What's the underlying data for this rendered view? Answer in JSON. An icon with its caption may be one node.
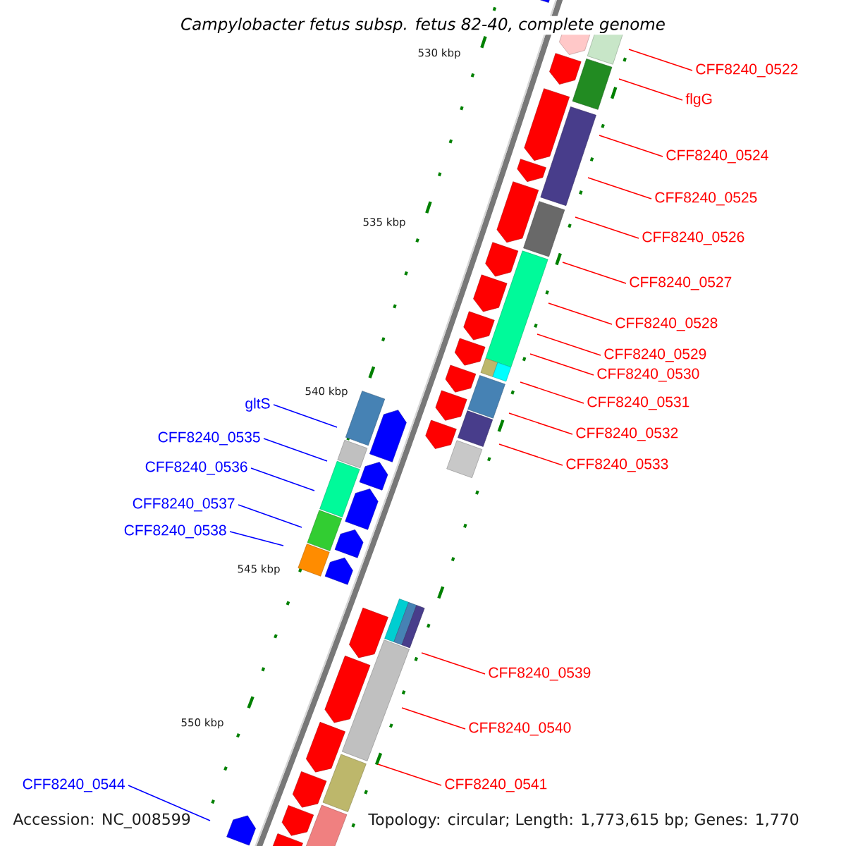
{
  "diagram": {
    "title": "Campylobacter fetus subsp. fetus 82-40, complete genome",
    "nodes": [
      {
        "text": [
          "CFF8240_0522"
        ]
      },
      {
        "text": [
          "flgG"
        ]
      },
      {
        "text": [
          "CFF8240_0524"
        ]
      },
      {
        "text": [
          "CFF8240_0525"
        ]
      },
      {
        "text": [
          "CFF8240_0526"
        ]
      },
      {
        "text": [
          "CFF8240_0527"
        ]
      },
      {
        "text": [
          "CFF8240_0528"
        ]
      },
      {
        "text": [
          "CFF8240_0529"
        ]
      },
      {
        "text": [
          "CFF8240_0530"
        ]
      },
      {
        "text": [
          "CFF8240_0531"
        ]
      },
      {
        "text": [
          "CFF8240_0532"
        ]
      },
      {
        "text": [
          "CFF8240_0533"
        ]
      },
      {
        "text": [
          "gltS"
        ]
      },
      {
        "text": [
          "CFF8240_0535"
        ]
      },
      {
        "text": [
          "CFF8240_0536"
        ]
      },
      {
        "text": [
          "CFF8240_0537"
        ]
      },
      {
        "text": [
          "CFF8240_0538"
        ]
      },
      {
        "text": [
          "CFF8240_0539"
        ]
      },
      {
        "text": [
          "CFF8240_0540"
        ]
      },
      {
        "text": [
          "CFF8240_0541"
        ]
      },
      {
        "text": [
          "CFF8240_0544"
        ]
      }
    ],
    "edges": [
      {
        "from": 0,
        "to": null,
        "arrow": "none"
      },
      {
        "from": 1,
        "to": null,
        "arrow": "none"
      },
      {
        "from": 2,
        "to": null,
        "arrow": "none"
      },
      {
        "from": 3,
        "to": null,
        "arrow": "none"
      },
      {
        "from": 4,
        "to": null,
        "arrow": "none"
      },
      {
        "from": 5,
        "to": null,
        "arrow": "none"
      },
      {
        "from": 6,
        "to": null,
        "arrow": "none"
      },
      {
        "from": 7,
        "to": null,
        "arrow": "none"
      },
      {
        "from": 8,
        "to": null,
        "arrow": "none"
      },
      {
        "from": 9,
        "to": null,
        "arrow": "none"
      },
      {
        "from": 10,
        "to": null,
        "arrow": "none"
      },
      {
        "from": 11,
        "to": null,
        "arrow": "none"
      },
      {
        "from": 12,
        "to": null,
        "arrow": "none",
        "color": "#0000ff"
      },
      {
        "from": 13,
        "to": null,
        "arrow": "none",
        "color": "#0000ff"
      },
      {
        "from": 14,
        "to": null,
        "arrow": "none",
        "color": "#0000ff"
      },
      {
        "from": 15,
        "to": null,
        "arrow": "none",
        "color": "#0000ff"
      },
      {
        "from": 16,
        "to": null,
        "arrow": "none",
        "color": "#0000ff"
      },
      {
        "from": 17,
        "to": null,
        "arrow": "none"
      },
      {
        "from": 18,
        "to": null,
        "arrow": "none"
      },
      {
        "from": 19,
        "to": null,
        "arrow": "none"
      },
      {
        "from": 20,
        "to": null,
        "arrow": "none",
        "color": "#0000ff"
      }
    ],
    "labels": [
      "530 kbp",
      "535 kbp",
      "540 kbp",
      "545 kbp",
      "550 kbp",
      "Accession: NC_008599",
      "Topology: circular; Length: 1,773,615 bp; Genes: 1,770"
    ]
  }
}
